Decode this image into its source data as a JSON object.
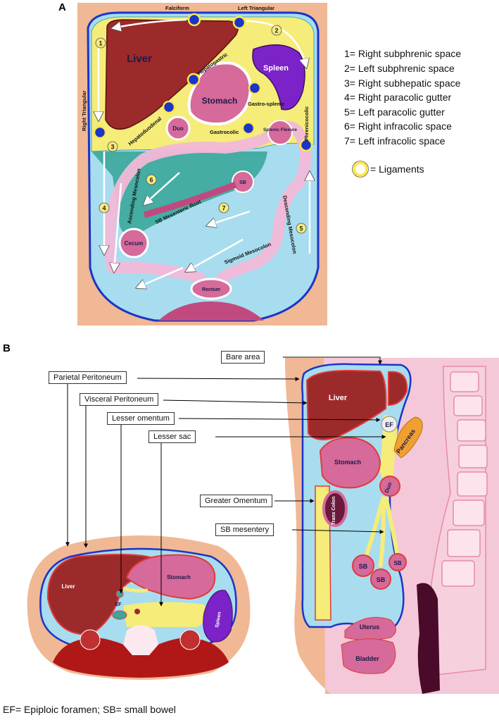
{
  "panel_a": {
    "letter": "A",
    "legend": [
      "1= Right subphrenic space",
      "2= Left subphrenic space",
      "3= Right subhepatic space",
      "4= Right paracolic gutter",
      "5= Left paracolic gutter",
      "6= Right infracolic space",
      "7= Left infracolic space"
    ],
    "ligament_legend": "= Ligaments",
    "organs": {
      "liver": "Liver",
      "spleen": "Spleen",
      "stomach": "Stomach",
      "duo": "Duo",
      "splenic_flexure": "Splenic Flexure",
      "sb": "SB",
      "cecum": "Cecum",
      "rectum": "Rectum"
    },
    "ligaments": {
      "falciform": "Falciform",
      "left_triangular": "Left Triangular",
      "right_triangular": "Right Triangular",
      "hepatogastric": "Hepatogastric",
      "hepatoduodenal": "Hepatoduodenal",
      "gastrosplenic": "Gastro-splenic",
      "gastrocolic": "Gastrocolic",
      "phrenicocolic": "Phrenicocolic",
      "ascending_mesocolon": "Ascending Mesocolon",
      "descending_mesocolon": "Descending Mesocolon",
      "sb_mesenteric_root": "SB Mesenteric Root",
      "sigmoid_mesocolon": "Sigmoid Mesocolon"
    },
    "space_numbers": [
      "1",
      "2",
      "3",
      "4",
      "5",
      "6",
      "7"
    ]
  },
  "panel_b": {
    "letter": "B",
    "callouts": {
      "bare_area": "Bare area",
      "parietal_peritoneum": "Parietal Peritoneum",
      "visceral_peritoneum": "Visceral Peritoneum",
      "lesser_omentum": "Lesser omentum",
      "lesser_sac": "Lesser sac",
      "greater_omentum": "Greater Omentum",
      "sb_mesentery": "SB mesentery"
    },
    "sagittal_organs": {
      "liver": "Liver",
      "ef": "EF",
      "pancreas": "Pancreas",
      "stomach": "Stomach",
      "duo": "Duo",
      "trans_colon": "Trans Colon",
      "sb1": "SB",
      "sb2": "SB",
      "sb3": "SB",
      "uterus": "Uterus",
      "bladder": "Bladder"
    },
    "axial_organs": {
      "liver": "Liver",
      "stomach": "Stomach",
      "spleen": "Spleen",
      "ef": "EF"
    }
  },
  "footer": "EF= Epiploic foramen; SB= small bowel",
  "colors": {
    "skin": "#f0b894",
    "peritoneum_blue": "#a8dcef",
    "liver": "#9c2a2a",
    "spleen": "#7b22c8",
    "pink": "#d66a9a",
    "light_pink": "#f2b8d8",
    "yellow": "#f5ec7a",
    "teal": "#3aa79a",
    "ligament_blue": "#1a35c8"
  }
}
